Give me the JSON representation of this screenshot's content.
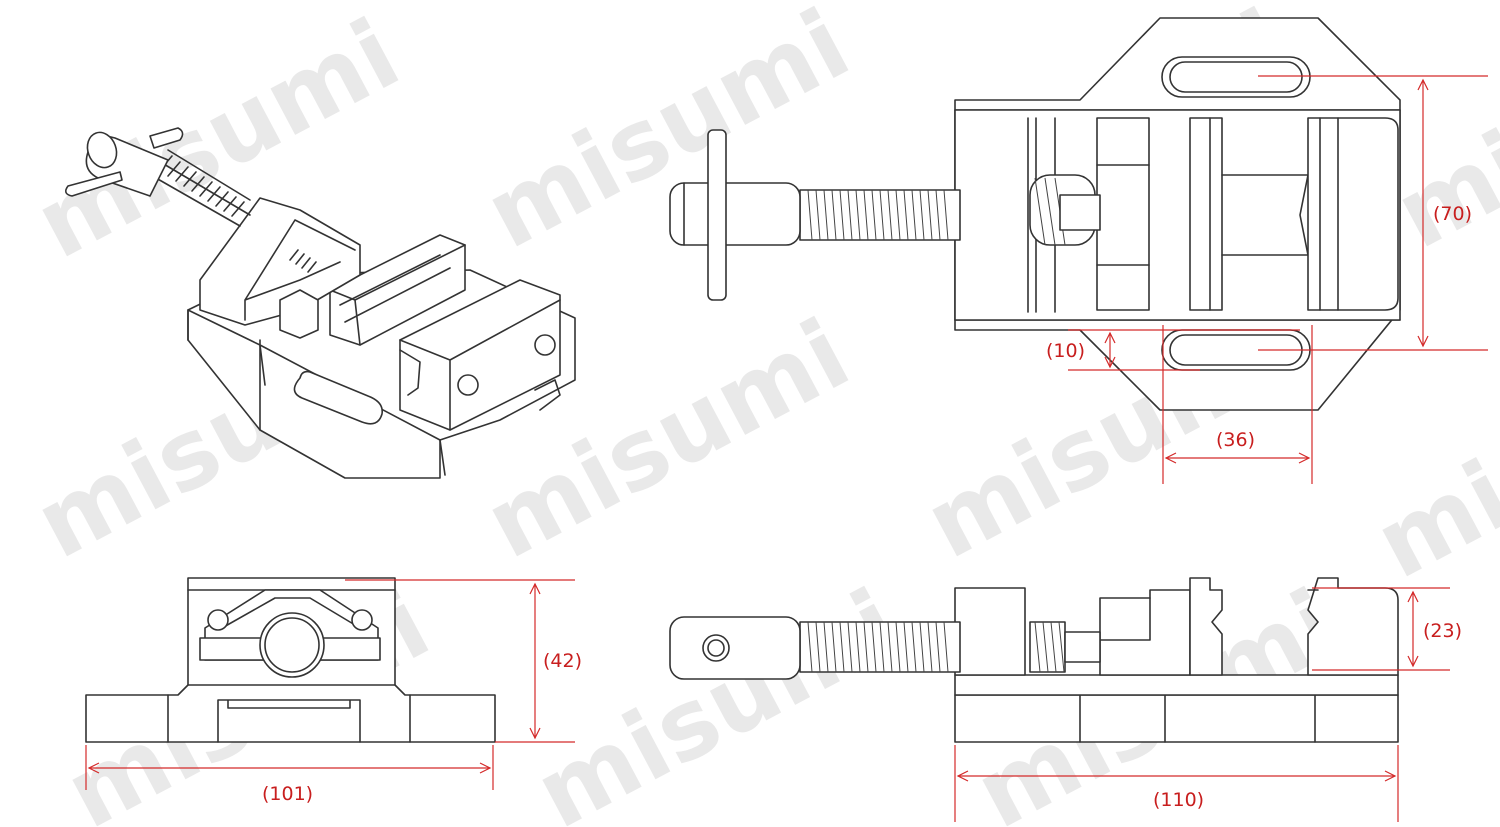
{
  "watermark": {
    "text": "misumi",
    "color": "#e9e9e9"
  },
  "dimensions": {
    "top_height": "(70)",
    "slot_width": "(10)",
    "slot_length": "(36)",
    "front_height": "(42)",
    "front_width": "(101)",
    "side_jaw_height": "(23)",
    "side_length": "(110)"
  },
  "colors": {
    "line": "#333333",
    "dimension": "#d42a2a",
    "background": "#ffffff"
  }
}
